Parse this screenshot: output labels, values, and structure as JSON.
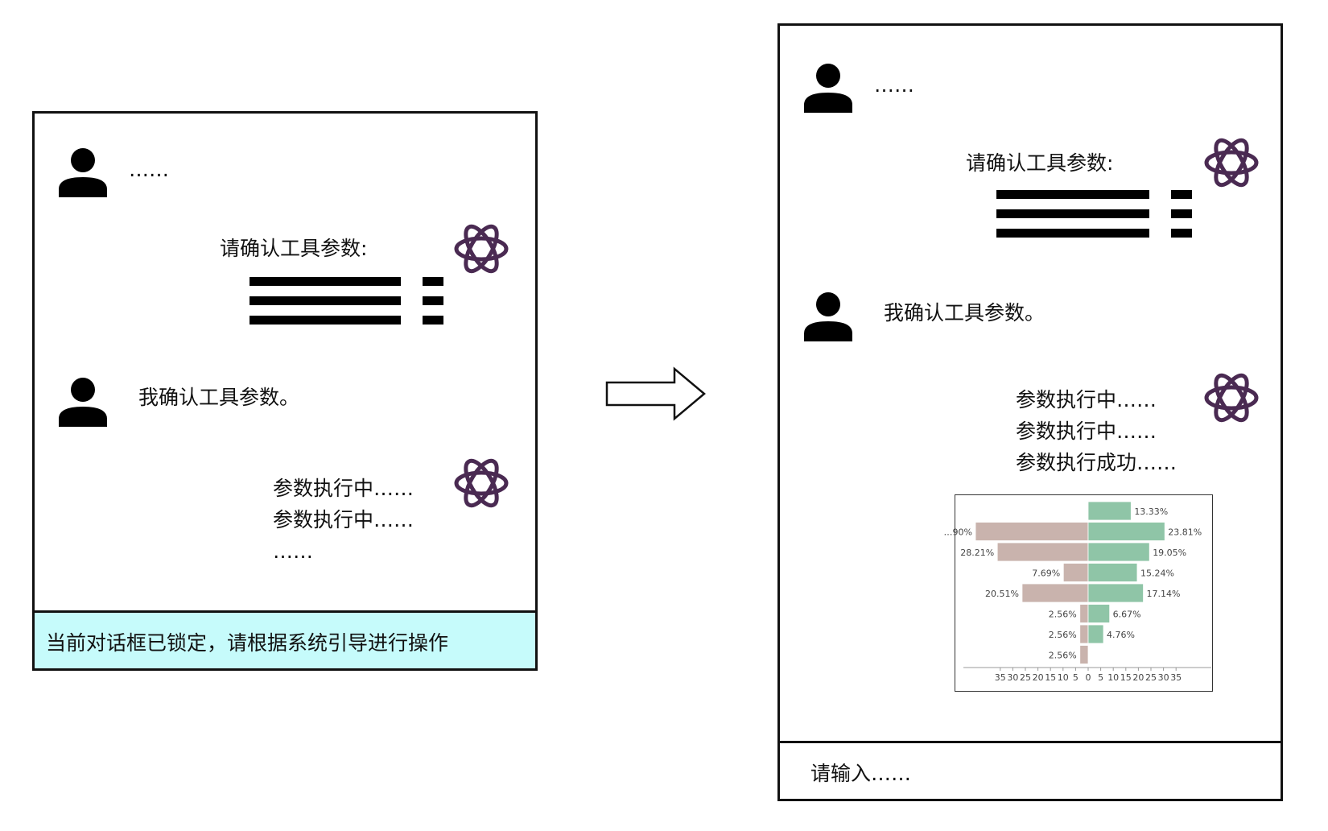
{
  "left_panel": {
    "user_msg_1": "……",
    "ai_msg_1": "请确认工具参数:",
    "user_msg_2": "我确认工具参数。",
    "ai_msg_2_lines": [
      "参数执行中……",
      "参数执行中……",
      "……"
    ],
    "lock_notice": "当前对话框已锁定，请根据系统引导进行操作",
    "lock_color": "#c6fbfb"
  },
  "arrow": {
    "icon": "right-arrow-icon"
  },
  "right_panel": {
    "user_msg_1": "……",
    "ai_msg_1": "请确认工具参数:",
    "user_msg_2": "我确认工具参数。",
    "ai_msg_2_lines": [
      "参数执行中……",
      "参数执行中……",
      "参数执行成功……"
    ],
    "input_placeholder": "请输入……"
  },
  "icons": {
    "user": "user-icon",
    "assistant": "openai-logo-icon",
    "params": "parameter-lines-icon"
  },
  "colors": {
    "assistant_logo": "#4a2a52",
    "left_bars": "#c9b3ad",
    "right_bars": "#8fc5a7"
  },
  "chart_data": {
    "type": "bar",
    "orientation": "horizontal-diverging",
    "title": "",
    "xlabel": "",
    "ylabel": "",
    "xlim": [
      -35,
      35
    ],
    "x_ticks": [
      "35",
      "30",
      "25",
      "20",
      "15",
      "10",
      "5",
      "0",
      "5",
      "10",
      "15",
      "20",
      "25",
      "30",
      "35"
    ],
    "left_labels": [
      "",
      "…90%",
      "28.21%",
      "7.69%",
      "20.51%",
      "2.56%",
      "2.56%",
      "2.56%"
    ],
    "right_labels": [
      "13.33%",
      "23.81%",
      "19.05%",
      "15.24%",
      "17.14%",
      "6.67%",
      "4.76%",
      ""
    ],
    "series": [
      {
        "values": [
          0,
          -35,
          -28.21,
          -7.69,
          -20.51,
          -2.56,
          -2.56,
          -2.56
        ]
      },
      {
        "values": [
          13.33,
          23.81,
          19.05,
          15.24,
          17.14,
          6.67,
          4.76,
          0
        ]
      }
    ]
  }
}
